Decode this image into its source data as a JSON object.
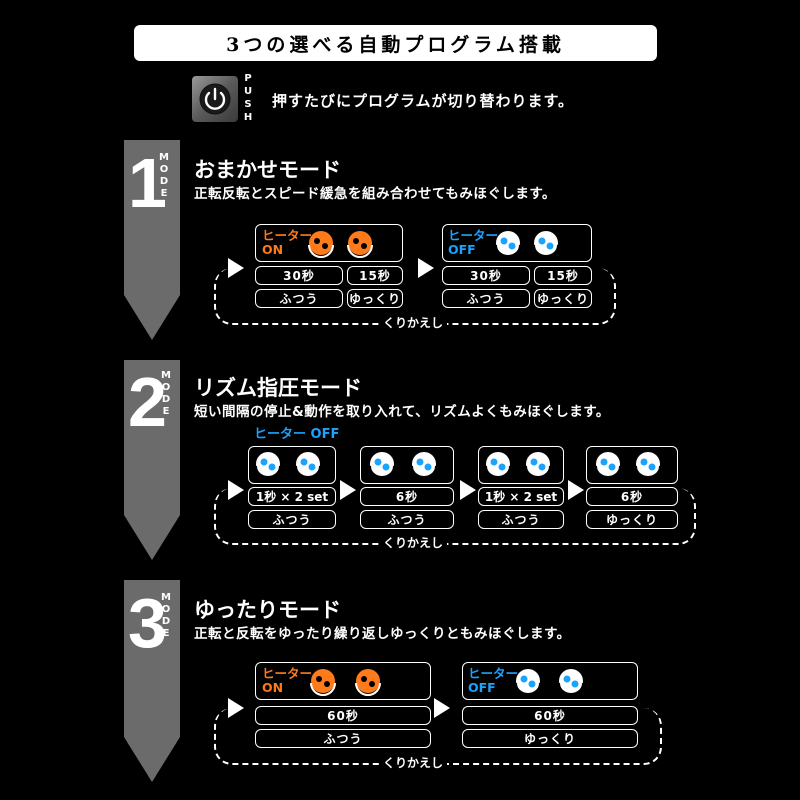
{
  "header": {
    "title": "3つの選べる自動プログラム搭載"
  },
  "push": {
    "label": "P\nU\nS\nH",
    "description": "押すたびにプログラムが切り替わります。"
  },
  "colors": {
    "heater_on": "#ff7a1a",
    "heater_off": "#1aa3ff",
    "arrow": "#6b6b6b"
  },
  "modes": [
    {
      "number": "1",
      "vertical": "M\nO\nD\nE",
      "title": "おまかせモード",
      "description": "正転反転とスピード緩急を組み合わせてもみほぐします。",
      "loop_label": "くりかえし",
      "steps": [
        {
          "heater_label": "ヒーター",
          "heater_state": "ON",
          "times": [
            "30秒",
            "15秒"
          ],
          "speeds": [
            "ふつう",
            "ゆっくり"
          ]
        },
        {
          "heater_label": "ヒーター",
          "heater_state": "OFF",
          "times": [
            "30秒",
            "15秒"
          ],
          "speeds": [
            "ふつう",
            "ゆっくり"
          ]
        }
      ]
    },
    {
      "number": "2",
      "vertical": "M\nO\nD\nE",
      "title": "リズム指圧モード",
      "description": "短い間隔の停止&動作を取り入れて、リズムよくもみほぐします。",
      "heater_note": "ヒーター OFF",
      "loop_label": "くりかえし",
      "steps": [
        {
          "time": "1秒 × 2 set",
          "speed": "ふつう"
        },
        {
          "time": "6秒",
          "speed": "ふつう"
        },
        {
          "time": "1秒 × 2 set",
          "speed": "ふつう"
        },
        {
          "time": "6秒",
          "speed": "ゆっくり"
        }
      ]
    },
    {
      "number": "3",
      "vertical": "M\nO\nD\nE",
      "title": "ゆったりモード",
      "description": "正転と反転をゆったり繰り返しゆっくりともみほぐします。",
      "loop_label": "くりかえし",
      "steps": [
        {
          "heater_label": "ヒーター",
          "heater_state": "ON",
          "time": "60秒",
          "speed": "ふつう"
        },
        {
          "heater_label": "ヒーター",
          "heater_state": "OFF",
          "time": "60秒",
          "speed": "ゆっくり"
        }
      ]
    }
  ]
}
